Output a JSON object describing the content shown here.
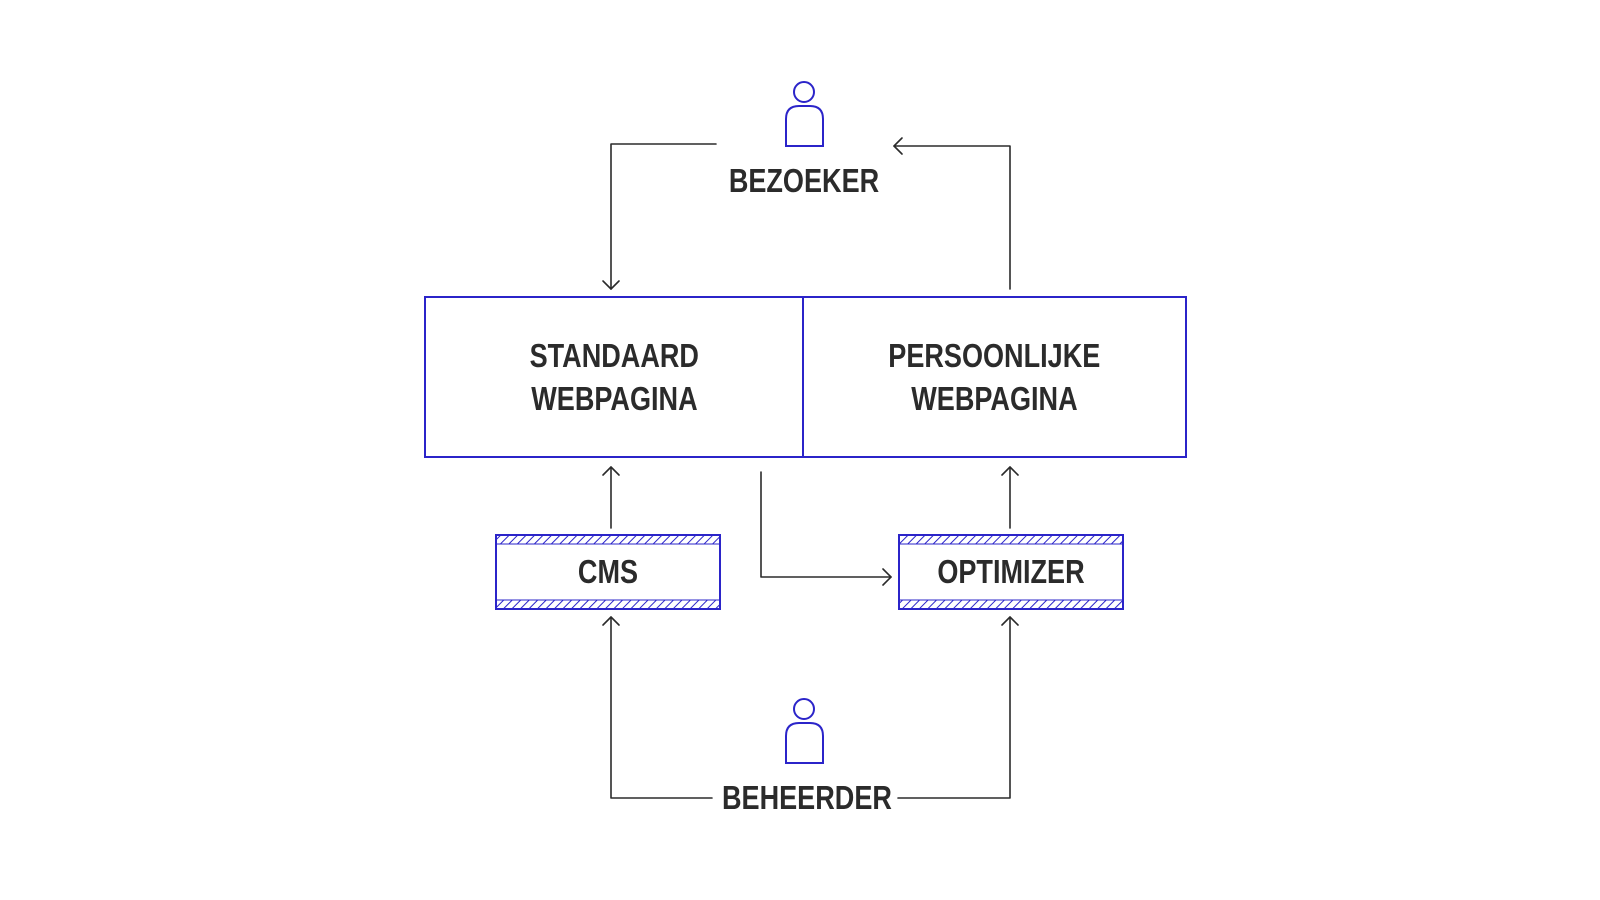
{
  "colors": {
    "accent": "#2b24c9",
    "line": "#2b2b2b",
    "text": "#2b2b2b",
    "background": "#ffffff"
  },
  "nodes": {
    "visitor": {
      "label": "BEZOEKER",
      "icon": "person-icon"
    },
    "standard_page": {
      "line1": "STANDAARD",
      "line2": "WEBPAGINA"
    },
    "personal_page": {
      "line1": "PERSOONLIJKE",
      "line2": "WEBPAGINA"
    },
    "cms": {
      "label": "CMS"
    },
    "optimizer": {
      "label": "OPTIMIZER"
    },
    "admin": {
      "label": "BEHEERDER",
      "icon": "person-icon"
    }
  }
}
